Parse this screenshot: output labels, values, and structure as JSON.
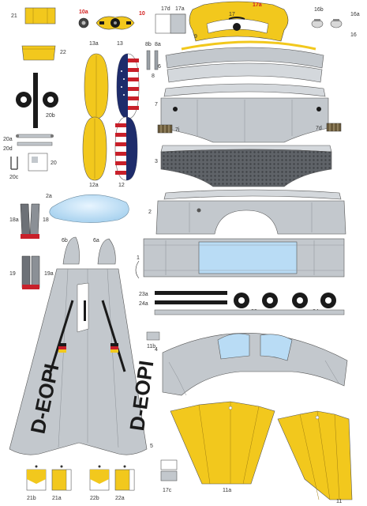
{
  "registration": "D-EOPI",
  "colors": {
    "yellow": "#f2c81d",
    "grey": "#c3c8cd",
    "grey_dark": "#8b9096",
    "window_blue": "#b9dcf5",
    "tire": "#1a1a1a",
    "red": "#c8202a",
    "white": "#ffffff",
    "navy": "#1e2c6b"
  },
  "labels": {
    "p21": "21",
    "p10a": "10a",
    "p10": "10",
    "p17a": "17a",
    "p17": "17",
    "p17d": "17d",
    "p16b": "16b",
    "p16a": "16a",
    "p16": "16",
    "p9": "9",
    "p22": "22",
    "p13a": "13a",
    "p13": "13",
    "p8": "8",
    "p8a": "8a",
    "p8b": "8b",
    "p20a": "20a",
    "p20b": "20b",
    "p20d": "20d",
    "p20": "20",
    "p20c": "20c",
    "p12a": "12a",
    "p12": "12",
    "p7": "7",
    "p7i": "7i",
    "p7d": "7d",
    "p6": "6",
    "p3": "3",
    "p2a": "2a",
    "p2": "2",
    "p18a": "18a",
    "p18": "18",
    "p6b": "6b",
    "p6a": "6a",
    "p1": "1",
    "p19": "19",
    "p19a": "19a",
    "p23a": "23a",
    "p24a": "24a",
    "p23": "23",
    "p24": "24",
    "p11b": "11b",
    "p4": "4",
    "p5": "5",
    "p11a": "11a",
    "p11": "11",
    "p21b": "21b",
    "p21a": "21a",
    "p22b": "22b",
    "p22a": "22a",
    "p17c": "17c"
  }
}
